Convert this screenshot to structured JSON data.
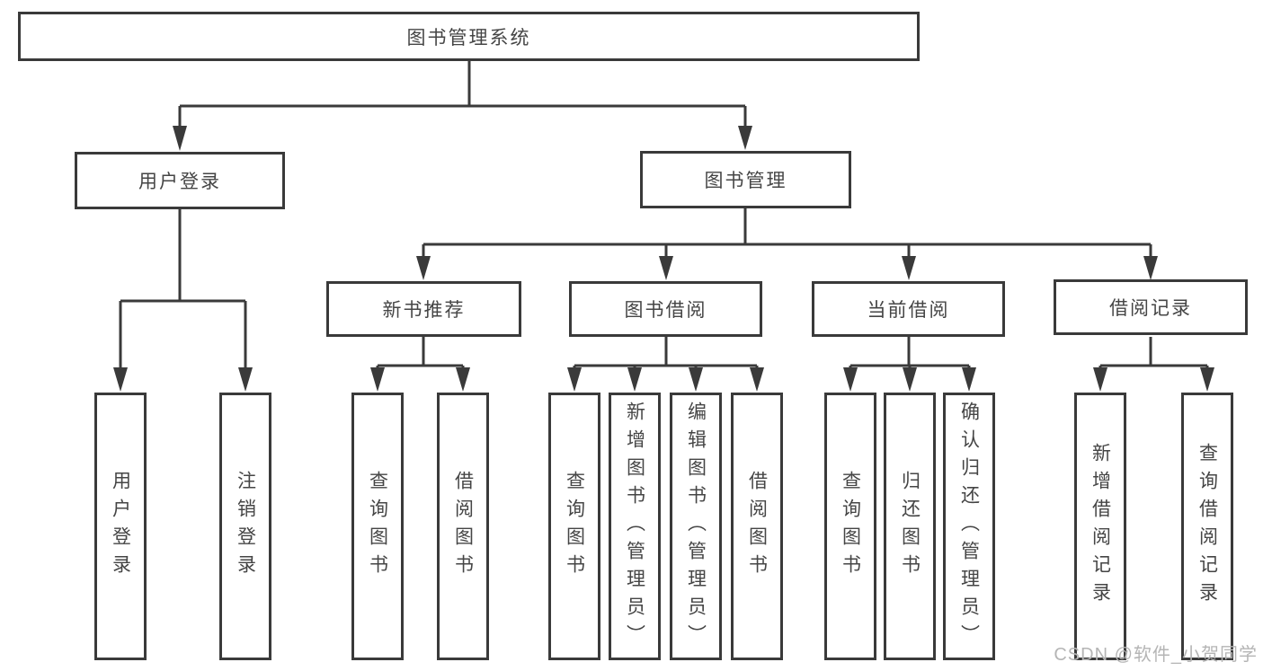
{
  "tree": {
    "label": "图书管理系统",
    "children": [
      {
        "label": "用户登录",
        "children": [
          {
            "label": "用户登录"
          },
          {
            "label": "注销登录"
          }
        ]
      },
      {
        "label": "图书管理",
        "children": [
          {
            "label": "新书推荐",
            "children": [
              {
                "label": "查询图书"
              },
              {
                "label": "借阅图书"
              }
            ]
          },
          {
            "label": "图书借阅",
            "children": [
              {
                "label": "查询图书"
              },
              {
                "label": "新增图书（管理员）"
              },
              {
                "label": "编辑图书（管理员）"
              },
              {
                "label": "借阅图书"
              }
            ]
          },
          {
            "label": "当前借阅",
            "children": [
              {
                "label": "查询图书"
              },
              {
                "label": "归还图书"
              },
              {
                "label": "确认归还（管理员）"
              }
            ]
          },
          {
            "label": "借阅记录",
            "children": [
              {
                "label": "新增借阅记录"
              },
              {
                "label": "查询借阅记录"
              }
            ]
          }
        ]
      }
    ]
  },
  "watermark": {
    "text": "CSDN @软件_小贺同学"
  },
  "colors": {
    "line": "#3a3a3a",
    "text": "#454545",
    "watermark": "#b5b5b5",
    "background": "#ffffff"
  }
}
